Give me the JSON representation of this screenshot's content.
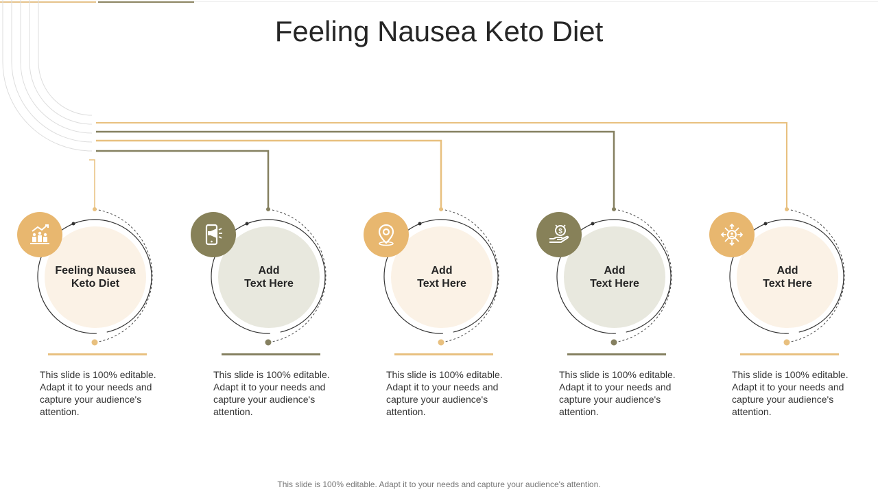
{
  "title": "Feeling Nausea Keto Diet",
  "accent_colors": {
    "gold": "#e8b76f",
    "olive": "#878159",
    "light_fill": "#fbf2e6",
    "grey_fill": "#e8e8de"
  },
  "steps": [
    {
      "label": "Feeling Nausea\nKeto Diet",
      "icon": "hierarchy-chart-icon",
      "description": "This slide is 100% editable. Adapt it to your needs and capture your audience's attention."
    },
    {
      "label": "Add\nText Here",
      "icon": "mobile-megaphone-icon",
      "description": "This slide is 100% editable. Adapt it to your needs and capture your audience's attention."
    },
    {
      "label": "Add\nText Here",
      "icon": "location-pin-icon",
      "description": "This slide is 100% editable. Adapt it to your needs and capture your audience's attention."
    },
    {
      "label": "Add\nText Here",
      "icon": "hand-dollar-icon",
      "description": "This slide is 100% editable. Adapt it to your needs and capture your audience's attention."
    },
    {
      "label": "Add\nText Here",
      "icon": "person-network-icon",
      "description": "This slide is 100% editable. Adapt it to your needs and capture your audience's attention."
    }
  ],
  "footer": "This slide is 100% editable. Adapt it to your needs and capture your audience's attention."
}
